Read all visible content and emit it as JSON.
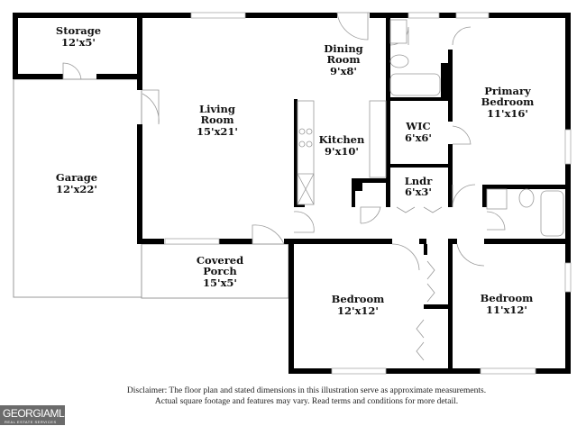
{
  "rooms": {
    "storage": {
      "name": "Storage",
      "dims": "12'x5'"
    },
    "garage": {
      "name": "Garage",
      "dims": "12'x22'"
    },
    "living": {
      "name": "Living",
      "name2": "Room",
      "dims": "15'x21'"
    },
    "dining": {
      "name": "Dining",
      "name2": "Room",
      "dims": "9'x8'"
    },
    "kitchen": {
      "name": "Kitchen",
      "dims": "9'x10'"
    },
    "wic": {
      "name": "WIC",
      "dims": "6'x6'"
    },
    "laundry": {
      "name": "Lndr",
      "dims": "6'x3'"
    },
    "primary": {
      "name": "Primary",
      "name2": "Bedroom",
      "dims": "11'x16'"
    },
    "porch": {
      "name": "Covered",
      "name2": "Porch",
      "dims": "15'x5'"
    },
    "bedroom2": {
      "name": "Bedroom",
      "dims": "12'x12'"
    },
    "bedroom3": {
      "name": "Bedroom",
      "dims": "11'x12'"
    }
  },
  "disclaimer": {
    "line1": "Disclaimer: The floor plan and stated dimensions in this illustration serve as approximate measurements.",
    "line2": "Actual square footage and features may vary. Read terms and conditions for more detail."
  },
  "logo": {
    "text": "GEORGIAMLS",
    "sub": "REAL ESTATE SERVICES"
  }
}
